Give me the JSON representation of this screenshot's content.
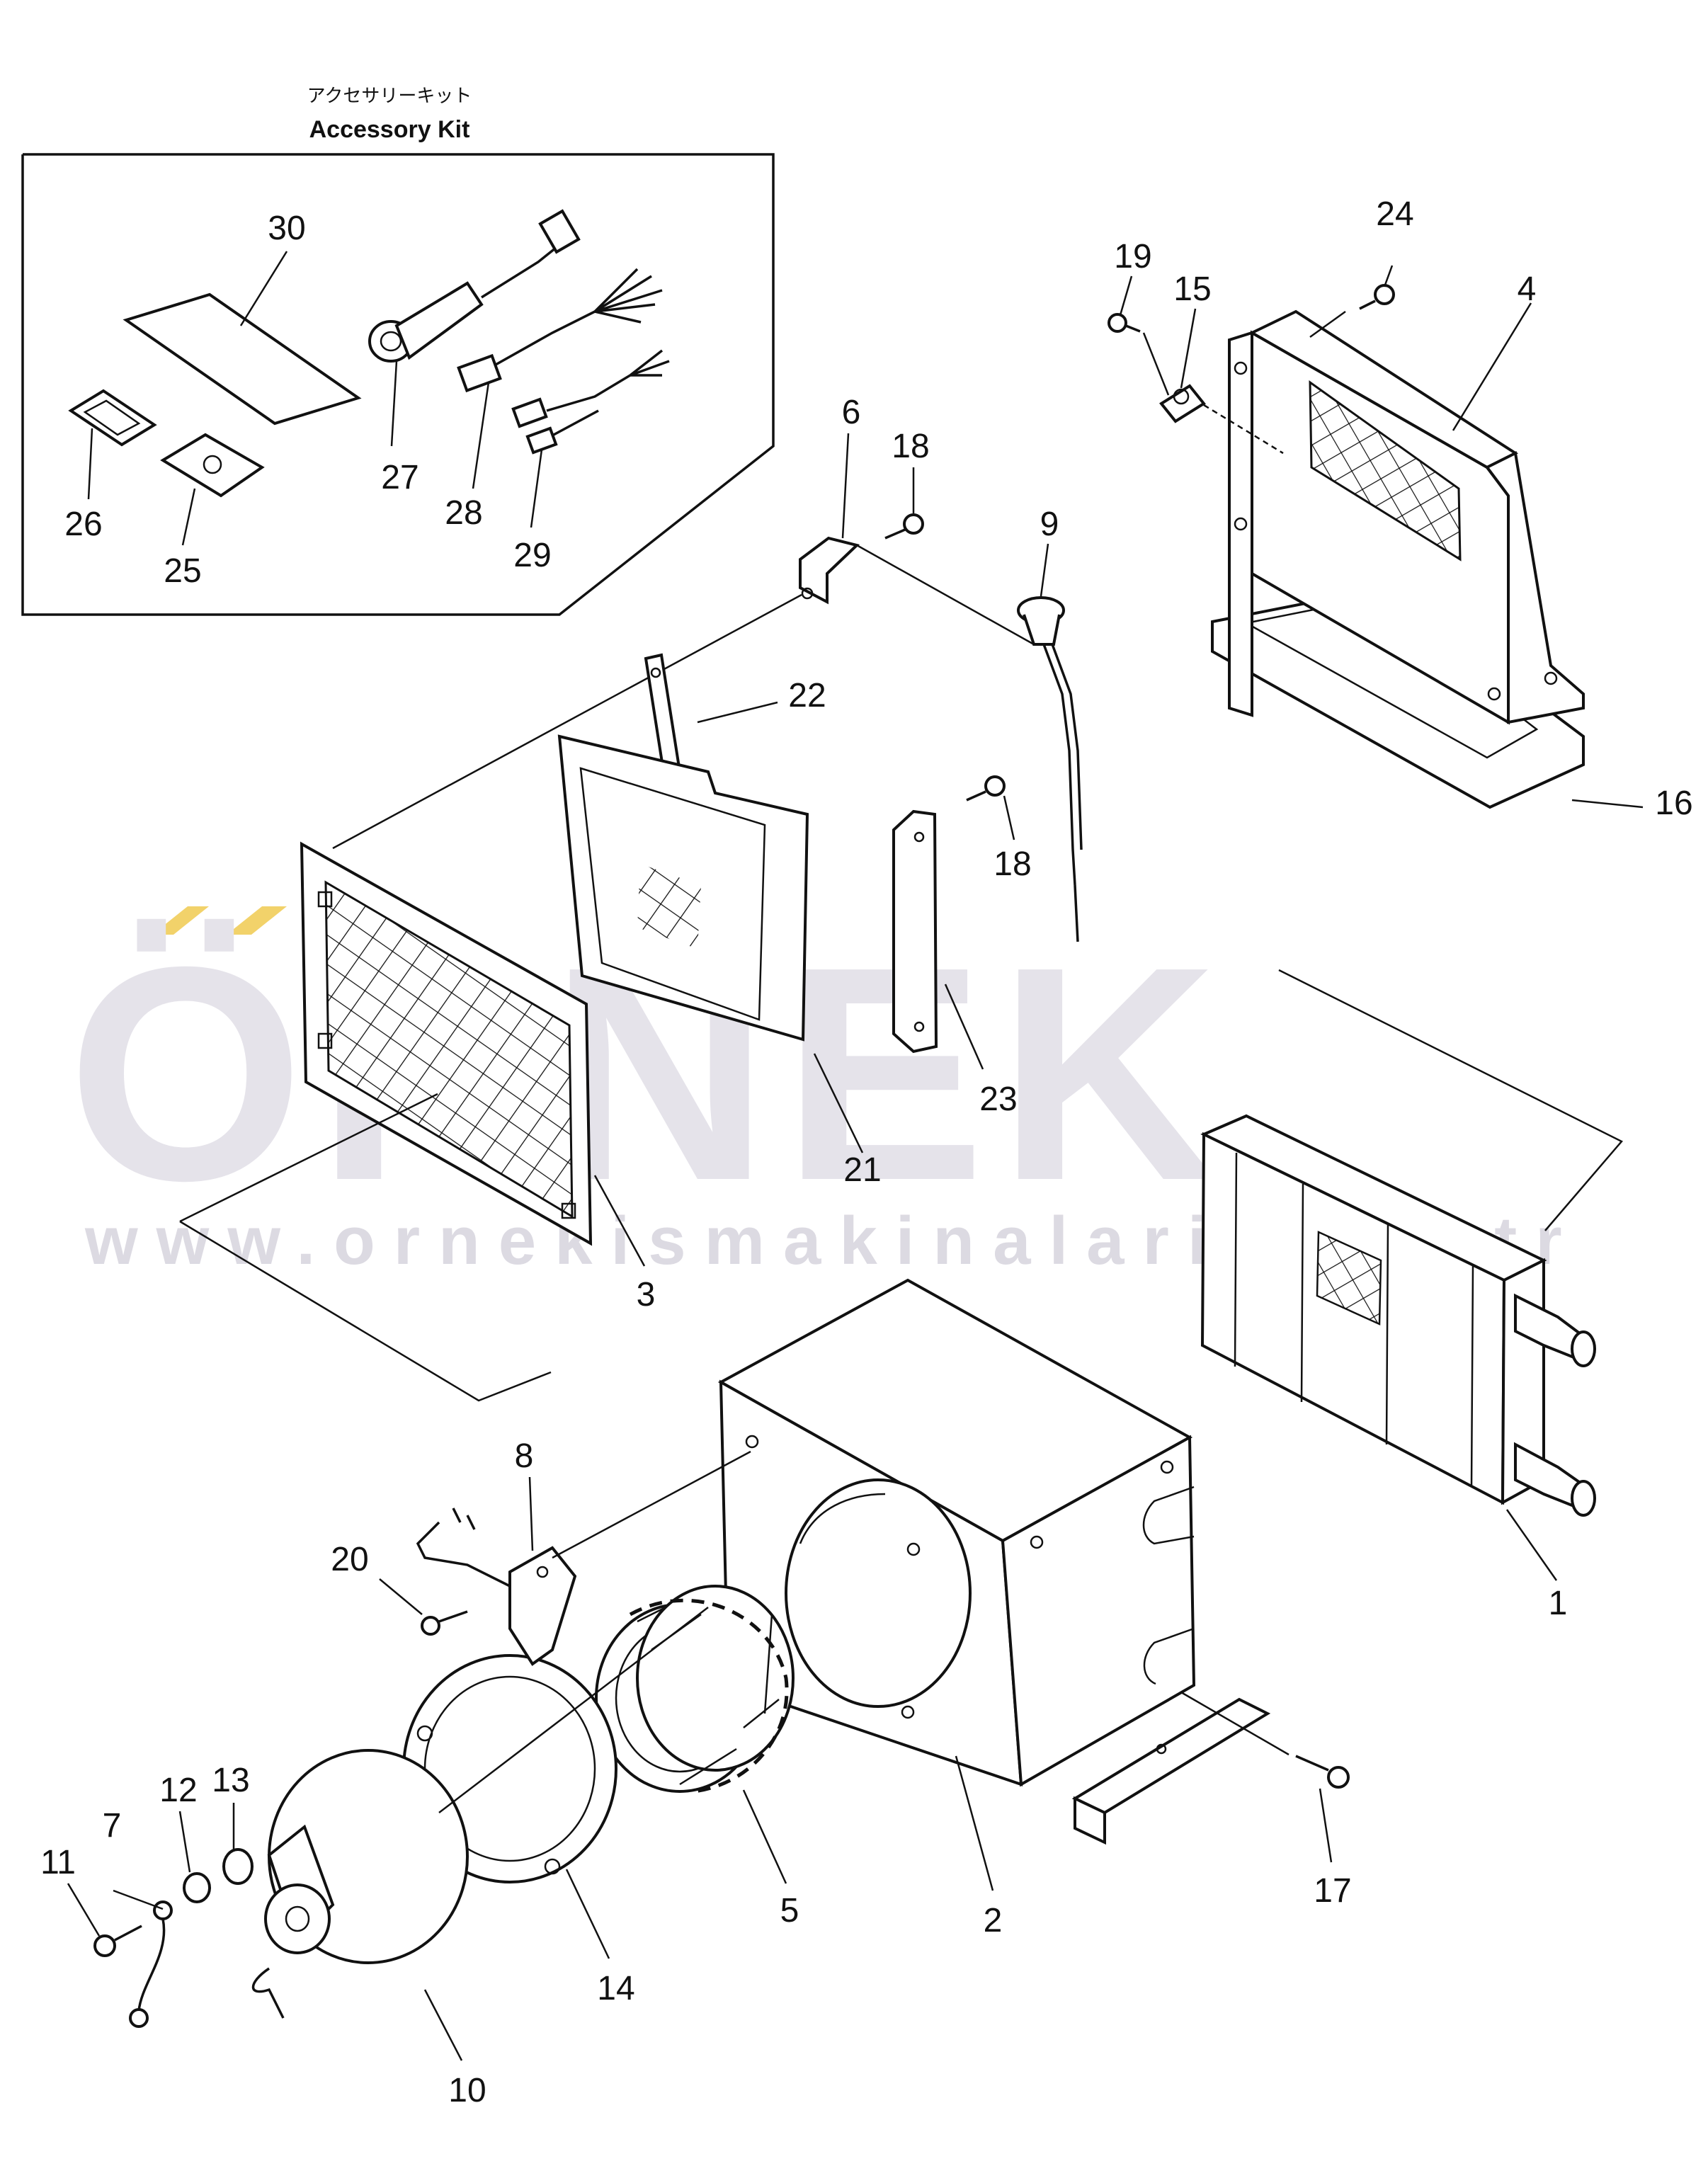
{
  "watermark": {
    "brand": "ÖRNEK",
    "url": "www.ornekismakinalari.com.tr",
    "accent_color": "#f2d26a",
    "text_color": "#e5e3ea"
  },
  "accessory_kit": {
    "title_jp": "アクセサリーキット",
    "title_en": "Accessory Kit"
  },
  "callouts": {
    "p1": "1",
    "p2": "2",
    "p3": "3",
    "p4": "4",
    "p5": "5",
    "p6": "6",
    "p7": "7",
    "p8": "8",
    "p9": "9",
    "p10": "10",
    "p11": "11",
    "p12": "12",
    "p13": "13",
    "p14": "14",
    "p15": "15",
    "p16": "16",
    "p17": "17",
    "p18a": "18",
    "p18b": "18",
    "p19": "19",
    "p20": "20",
    "p21": "21",
    "p22": "22",
    "p23": "23",
    "p24": "24",
    "p25": "25",
    "p26": "26",
    "p27": "27",
    "p28": "28",
    "p29": "29",
    "p30": "30"
  }
}
